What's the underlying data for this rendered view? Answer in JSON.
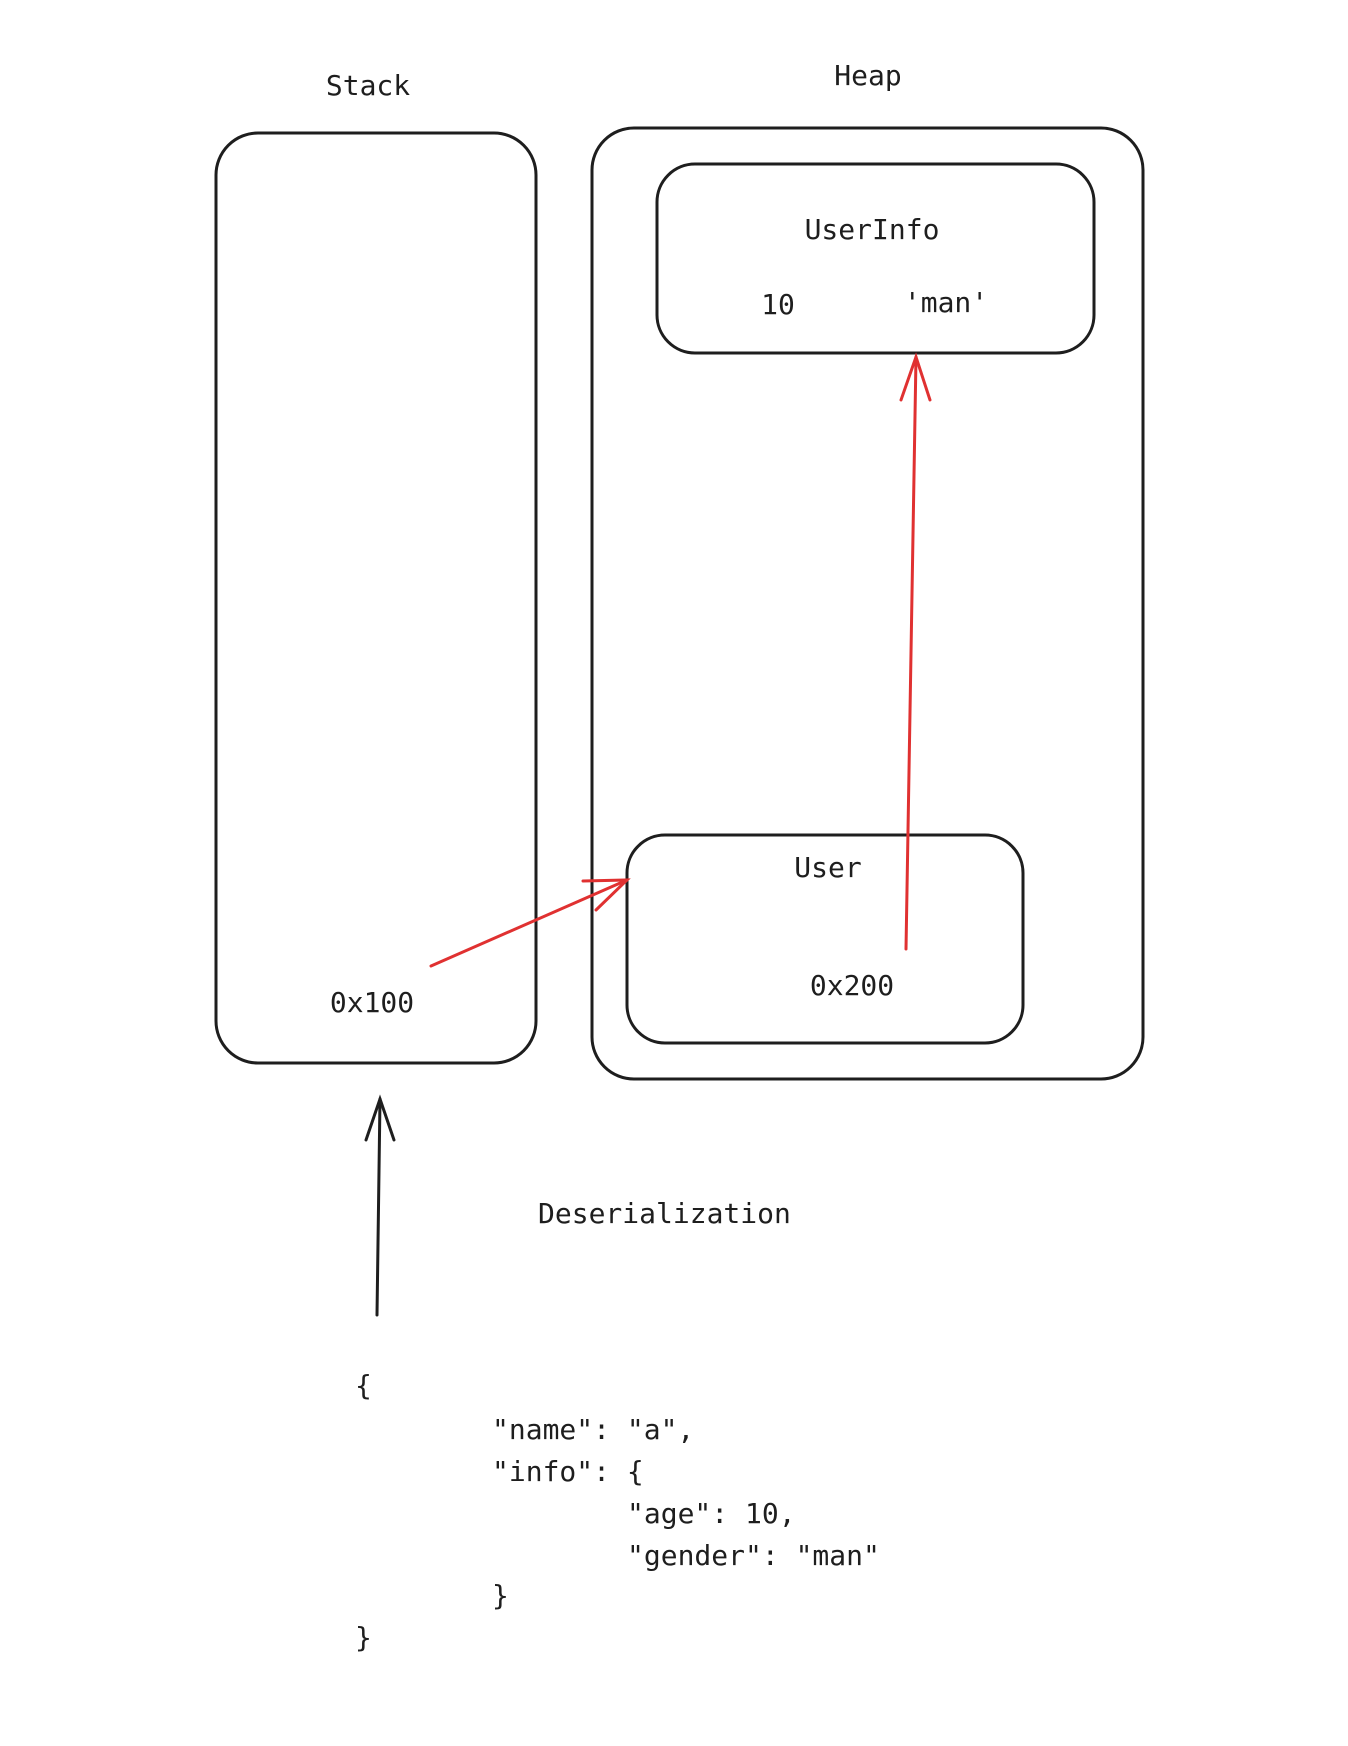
{
  "stack": {
    "label": "Stack",
    "value": "0x100"
  },
  "heap": {
    "label": "Heap",
    "user_info": {
      "title": "UserInfo",
      "age": "10",
      "gender": "'man'"
    },
    "user": {
      "title": "User",
      "value": "0x200"
    }
  },
  "process_label": "Deserialization",
  "json_lines": [
    "{",
    "\"name\": \"a\",",
    "\"info\": {",
    "\"age\": 10,",
    "\"gender\": \"man\"",
    "}",
    "}"
  ],
  "colors": {
    "stroke": "#1e1e1e",
    "pointer": "#e03131"
  }
}
